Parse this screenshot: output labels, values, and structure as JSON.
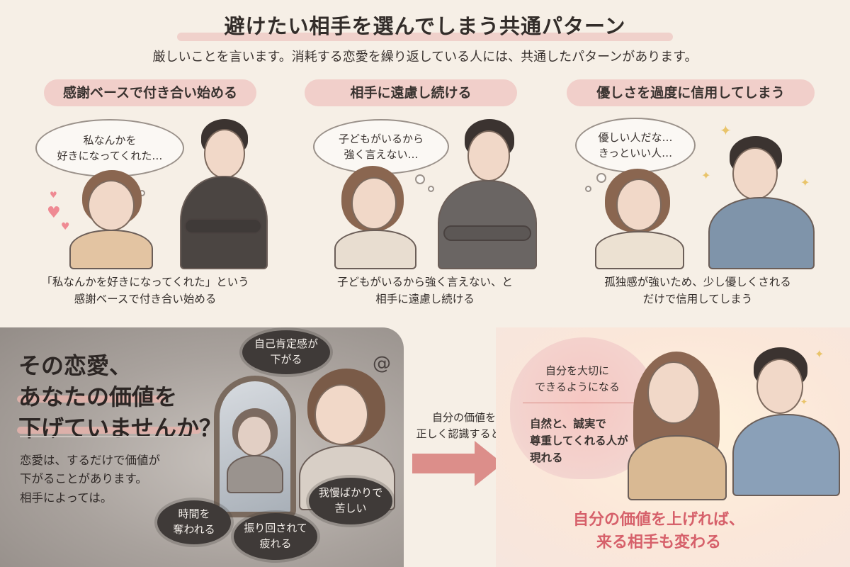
{
  "header": {
    "title": "避けたい相手を選んでしまう共通パターン",
    "subtitle": "厳しいことを言います。消耗する恋愛を繰り返している人には、共通したパターンがあります。"
  },
  "panels": [
    {
      "heading": "感謝ベースで付き合い始める",
      "thought": "私なんかを\n好きになってくれた…",
      "caption": "「私なんかを好きになってくれた」という\n感謝ベースで付き合い始める"
    },
    {
      "heading": "相手に遠慮し続ける",
      "thought": "子どもがいるから\n強く言えない…",
      "caption": "子どもがいるから強く言えない、と\n相手に遠慮し続ける"
    },
    {
      "heading": "優しさを過度に信用してしまう",
      "thought": "優しい人だな…\nきっといい人…",
      "caption": "孤独感が強いため、少し優しくされる\nだけで信用してしまう"
    }
  ],
  "bottom_left": {
    "question_lines": [
      "その恋愛、",
      "あなたの価値を",
      "下げていませんか？"
    ],
    "body": "恋愛は、するだけで価値が\n下がることがあります。\n相手によっては。",
    "clouds": [
      "自己肯定感が\n下がる",
      "我慢ばかりで\n苦しい",
      "時間を\n奪われる",
      "振り回されて\n疲れる"
    ]
  },
  "arrow": {
    "text": "自分の価値を\n正しく認識すると…"
  },
  "bottom_right": {
    "line1": "自分を大切に\nできるようになる",
    "line2": "自然と、誠実で\n尊重してくれる人が\n現れる",
    "conclusion": "自分の価値を上げれば、\n来る相手も変わる"
  },
  "icons": {
    "heart": "heart-icon",
    "sparkle": "sparkle-icon",
    "swirl": "swirl-icon"
  },
  "colors": {
    "accent_pink": "#f1cfca",
    "conclusion_red": "#d6606a",
    "arrow": "#dc8e8a",
    "background": "#f6efe6"
  }
}
